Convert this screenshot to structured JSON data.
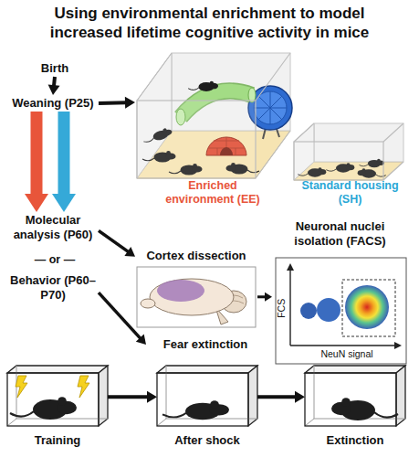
{
  "diagram": {
    "title": "Using environmental enrichment to model increased lifetime cognitive activity in mice",
    "nodes": [
      {
        "text": [
          "Birth"
        ]
      },
      {
        "text": [
          "Weaning (P25)"
        ]
      },
      {
        "text": [
          "Enriched environment (EE)"
        ]
      },
      {
        "text": [
          "Standard housing (SH)"
        ]
      },
      {
        "text": [
          "Molecular analysis (P60)"
        ]
      },
      {
        "text": [
          "Cortex dissection"
        ]
      },
      {
        "text": [
          "Neuronal nuclei isolation (FACS)"
        ]
      },
      {
        "text": [
          "Behavior (P60–P70)"
        ]
      },
      {
        "text": [
          "Fear extinction"
        ]
      },
      {
        "text": [
          "Training"
        ]
      },
      {
        "text": [
          "After shock"
        ]
      },
      {
        "text": [
          "Extinction"
        ]
      }
    ],
    "edges": [
      {
        "from": 0,
        "to": 1,
        "arrow": "to"
      },
      {
        "from": 1,
        "to": 2,
        "arrow": "to"
      },
      {
        "from": 1,
        "to": 4,
        "arrow": "to"
      },
      {
        "from": 1,
        "to": 4,
        "arrow": "to"
      },
      {
        "from": 4,
        "to": 5,
        "arrow": "to"
      },
      {
        "from": 5,
        "to": 6,
        "arrow": "to"
      },
      {
        "from": 7,
        "to": 8,
        "arrow": "to"
      },
      {
        "from": 9,
        "to": 10,
        "arrow": "to"
      },
      {
        "from": 10,
        "to": 11,
        "arrow": "to"
      }
    ],
    "labels": [
      "— or —",
      "FCS",
      "NeuN signal"
    ]
  }
}
